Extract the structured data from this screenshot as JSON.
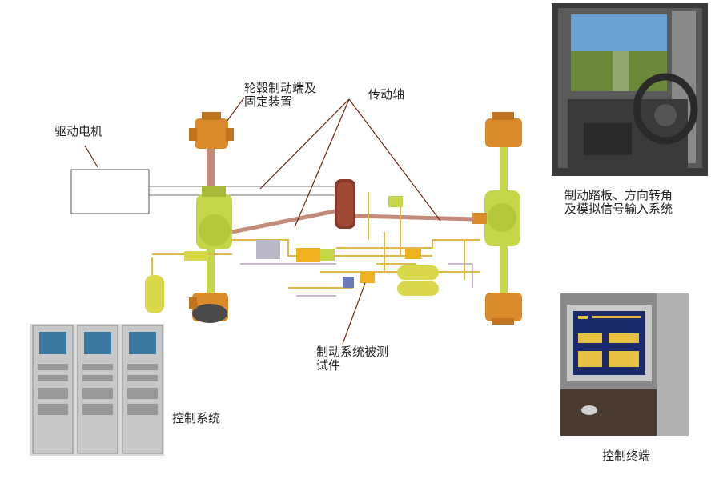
{
  "labels": {
    "motor": "驱动电机",
    "hub_brake_line1": "轮毂制动端及",
    "hub_brake_line2": "固定装置",
    "shaft": "传动轴",
    "pedal_line1": "制动踏板、方向转角",
    "pedal_line2": "及模拟信号输入系统",
    "dut_line1": "制动系统被测",
    "dut_line2": "试件",
    "control_system": "控制系统",
    "control_terminal": "控制终端"
  },
  "colors": {
    "machine": "#c6d64a",
    "hub": "#d98a2b",
    "pipe": "#e0b84a",
    "shaft": "#c48a7a",
    "motor_drum": "#8a3a2a",
    "leader": "#6a2a10",
    "tank": "#d8d84a"
  }
}
